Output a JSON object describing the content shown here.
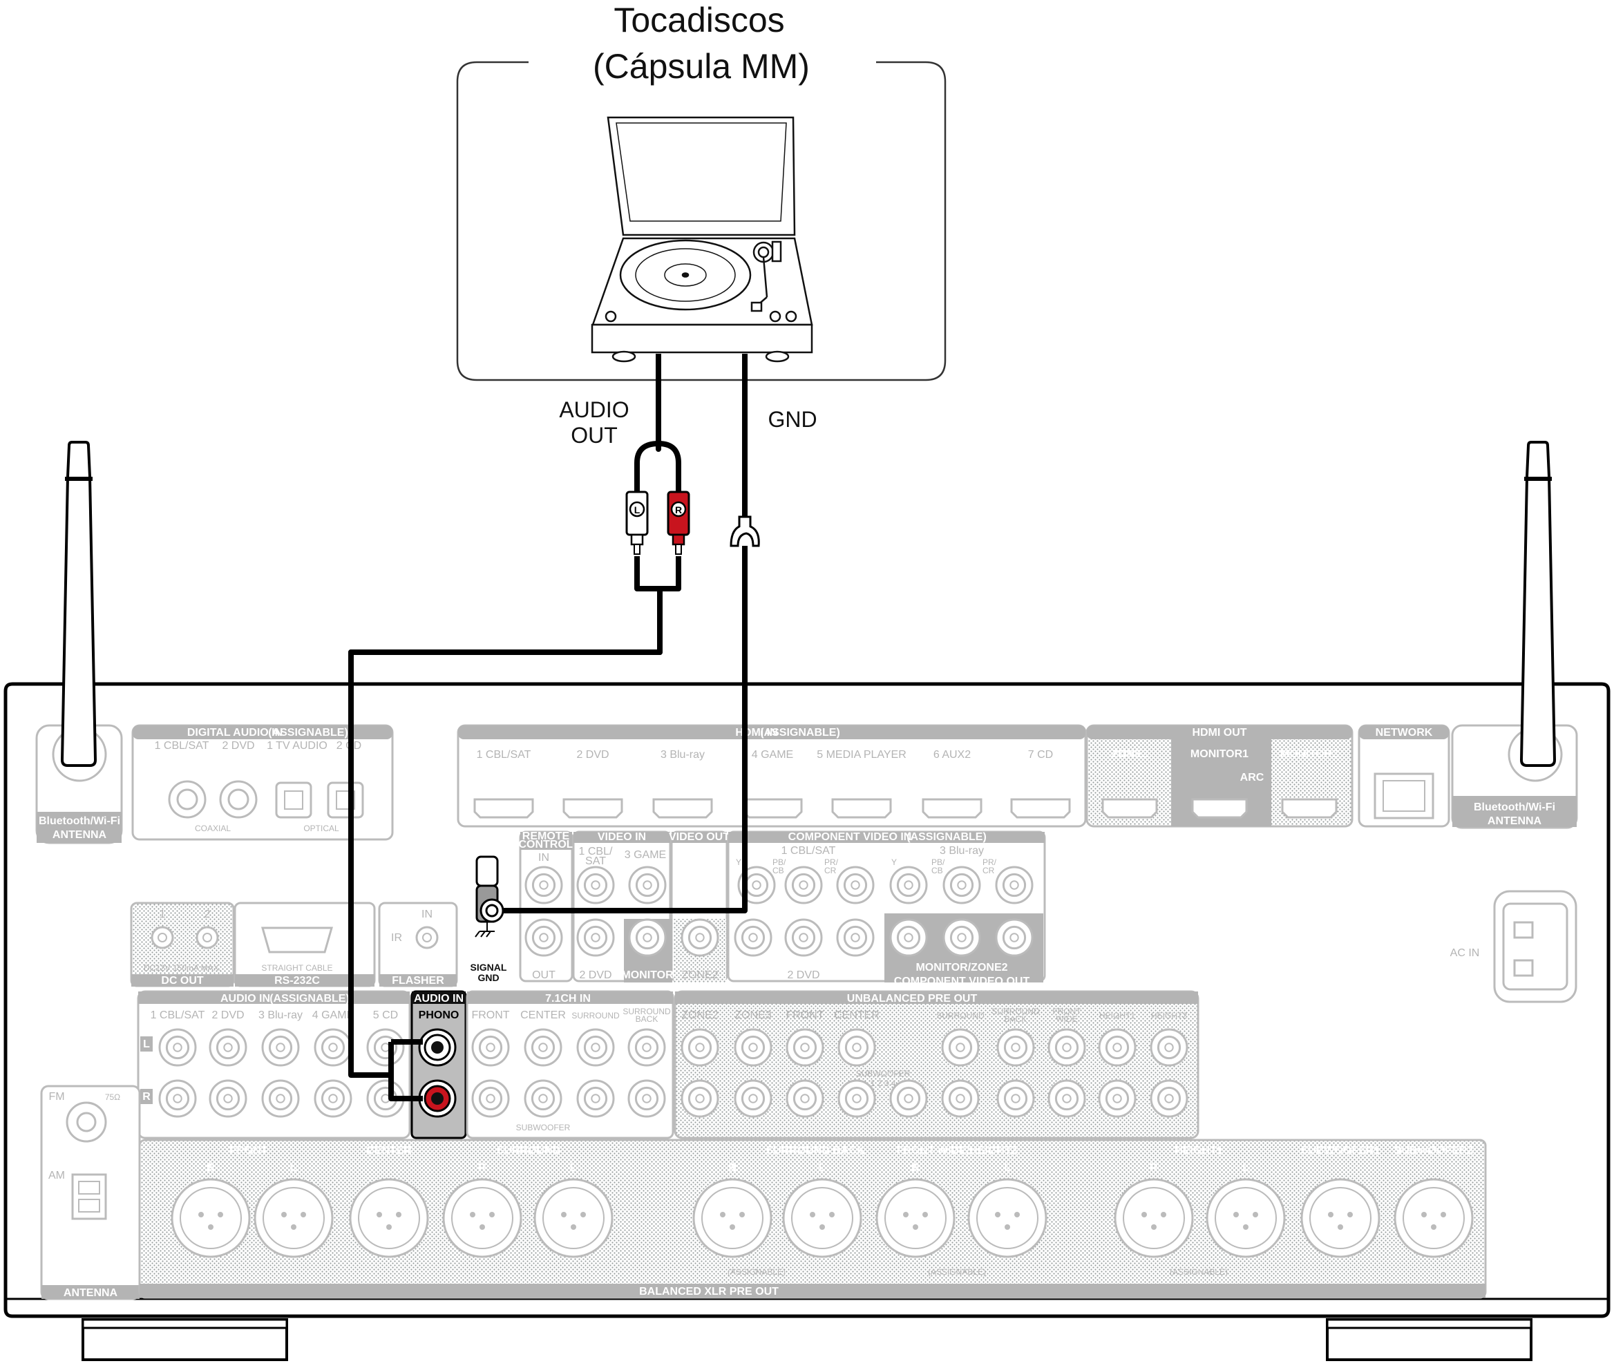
{
  "device": {
    "title": "Tocadiscos",
    "subtitle": "(Cápsula MM)",
    "audio_out_1": "AUDIO",
    "audio_out_2": "OUT",
    "gnd": "GND",
    "plug_l": "L",
    "plug_r": "R"
  },
  "receiver": {
    "bt_left": [
      "Bluetooth/Wi-Fi",
      "ANTENNA"
    ],
    "bt_right": [
      "Bluetooth/Wi-Fi",
      "ANTENNA"
    ],
    "digital_audio_in": {
      "title": "DIGITAL AUDIO IN",
      "assignable": "(ASSIGNABLE)",
      "inputs": [
        "1 CBL/SAT",
        "2 DVD",
        "1 TV AUDIO",
        "2 CD"
      ],
      "coaxial": "COAXIAL",
      "optical": "OPTICAL"
    },
    "hdmi_in": {
      "title": "HDMI IN",
      "assignable": "(ASSIGNABLE)",
      "inputs": [
        "1 CBL/SAT",
        "2 DVD",
        "3 Blu-ray",
        "4 GAME",
        "5 MEDIA PLAYER",
        "6 AUX2",
        "7 CD"
      ]
    },
    "hdmi_out": {
      "title": "HDMI OUT",
      "outputs": [
        "ZONE2",
        "MONITOR1",
        "MONITOR2"
      ],
      "arc": "ARC"
    },
    "network": "NETWORK",
    "remote_control": {
      "title": [
        "REMOTE",
        "CONTROL"
      ],
      "in": "IN",
      "out": "OUT"
    },
    "video_in": {
      "title": "VIDEO IN",
      "assignable": "(ASSIGNABLE)",
      "inputs": [
        "1 CBL/",
        "SAT",
        "3 GAME",
        "2 DVD"
      ]
    },
    "video_out": {
      "title": "VIDEO OUT",
      "outputs": [
        "MONITOR",
        "ZONE2"
      ]
    },
    "component_video_in": {
      "title": "COMPONENT VIDEO IN",
      "assignable": "(ASSIGNABLE)",
      "groups": [
        "1 CBL/SAT",
        "3 Blu-ray",
        "2 DVD"
      ],
      "y": "Y",
      "pb": "PB/",
      "cb": "CB",
      "pr": "PR/",
      "cr": "CR"
    },
    "component_video_out": {
      "title": "COMPONENT VIDEO OUT",
      "group": "MONITOR/ZONE2"
    },
    "dc_out": {
      "title": "DC OUT",
      "spec": "DC12V 150mA MAX.",
      "jacks": [
        "1",
        "2"
      ]
    },
    "rs232c": {
      "title": "RS-232C",
      "cable": "STRAIGHT CABLE"
    },
    "flasher": {
      "title": "FLASHER",
      "in": "IN",
      "ir": "IR"
    },
    "signal_gnd": [
      "SIGNAL",
      "GND"
    ],
    "audio_in": {
      "title": "AUDIO IN",
      "assignable": "(ASSIGNABLE)",
      "inputs": [
        "1 CBL/SAT",
        "2 DVD",
        "3 Blu-ray",
        "4 GAME",
        "5 CD"
      ],
      "l": "L",
      "r": "R"
    },
    "phono": {
      "title": "AUDIO IN",
      "label": "PHONO"
    },
    "ch71_in": {
      "title": "7.1CH IN",
      "inputs": [
        "FRONT",
        "CENTER",
        "SURROUND",
        "SURROUND",
        "BACK"
      ],
      "subwoofer": "SUBWOOFER"
    },
    "unbalanced_pre_out": {
      "title": "UNBALANCED PRE OUT",
      "outputs": [
        "ZONE2",
        "ZONE3",
        "FRONT",
        "CENTER",
        "SURROUND",
        "SURROUND",
        "BACK",
        "FRONT",
        "WIDE",
        "HEIGHT1",
        "HEIGHT2"
      ],
      "subwoofer": "SUBWOOFER",
      "sub_nums": "1 2 3 4"
    },
    "antenna": {
      "title": "ANTENNA",
      "fm": "FM",
      "ohm": "75Ω",
      "am": "AM"
    },
    "balanced_xlr": {
      "title": "BALANCED XLR PRE OUT",
      "groups": [
        "FRONT",
        "CENTER",
        "SURROUND",
        "SURROUND BACK",
        "FRONT WIDE/HEIGHT2",
        "HEIGHT1",
        "SUBWOOFER1",
        "SUBWOOFER2"
      ],
      "r": "R",
      "l": "L",
      "assignable": "(ASSIGNABLE)"
    },
    "ac_in": "AC IN"
  },
  "colors": {
    "line": "#000000",
    "muted": "#b4b4b4",
    "red": "#c8141e",
    "panel_fill": "#ffffff",
    "dark_plate": "#222222"
  }
}
